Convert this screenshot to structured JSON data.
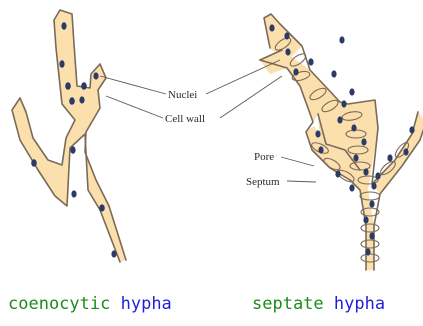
{
  "callouts": {
    "nuclei": "Nuclei",
    "cell_wall": "Cell wall",
    "pore": "Pore",
    "septum": "Septum"
  },
  "captions": {
    "left_type": "coenocytic",
    "left_noun": "hypha",
    "right_type": "septate",
    "right_noun": "hypha"
  },
  "colors": {
    "hypha_fill": "#fbdfac",
    "hypha_outline": "#7a6a58",
    "nucleus": "#2c3a66",
    "caption_type_word": "#1e8a1e",
    "caption_noun_word": "#1f1fdc"
  }
}
